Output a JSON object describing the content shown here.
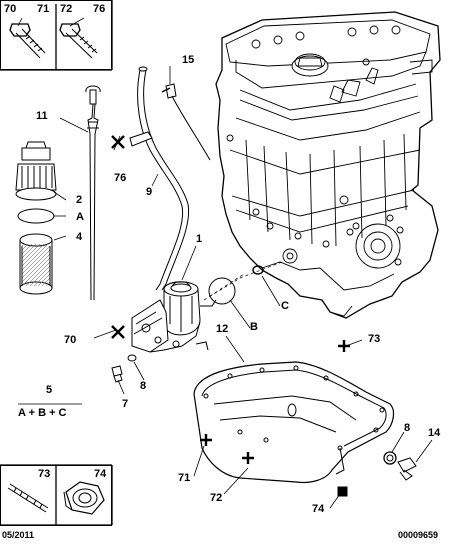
{
  "top_inset": {
    "left_labels": [
      "70",
      "71"
    ],
    "right_labels": [
      "72",
      "76"
    ]
  },
  "bottom_inset": {
    "labels": [
      "73",
      "74"
    ]
  },
  "callouts": {
    "n15": "15",
    "n11": "11",
    "n76": "76",
    "n9": "9",
    "n2": "2",
    "nA": "A",
    "n4": "4",
    "n1": "1",
    "nB": "B",
    "nC": "C",
    "n70": "70",
    "n12": "12",
    "n73": "73",
    "n8": "8",
    "n7": "7",
    "n71": "71",
    "n72": "72",
    "n74": "74",
    "n14": "14",
    "n8b": "8"
  },
  "group": {
    "number": "5",
    "formula": "A + B + C"
  },
  "footer": {
    "date": "05/2011",
    "ref": "00009659"
  }
}
